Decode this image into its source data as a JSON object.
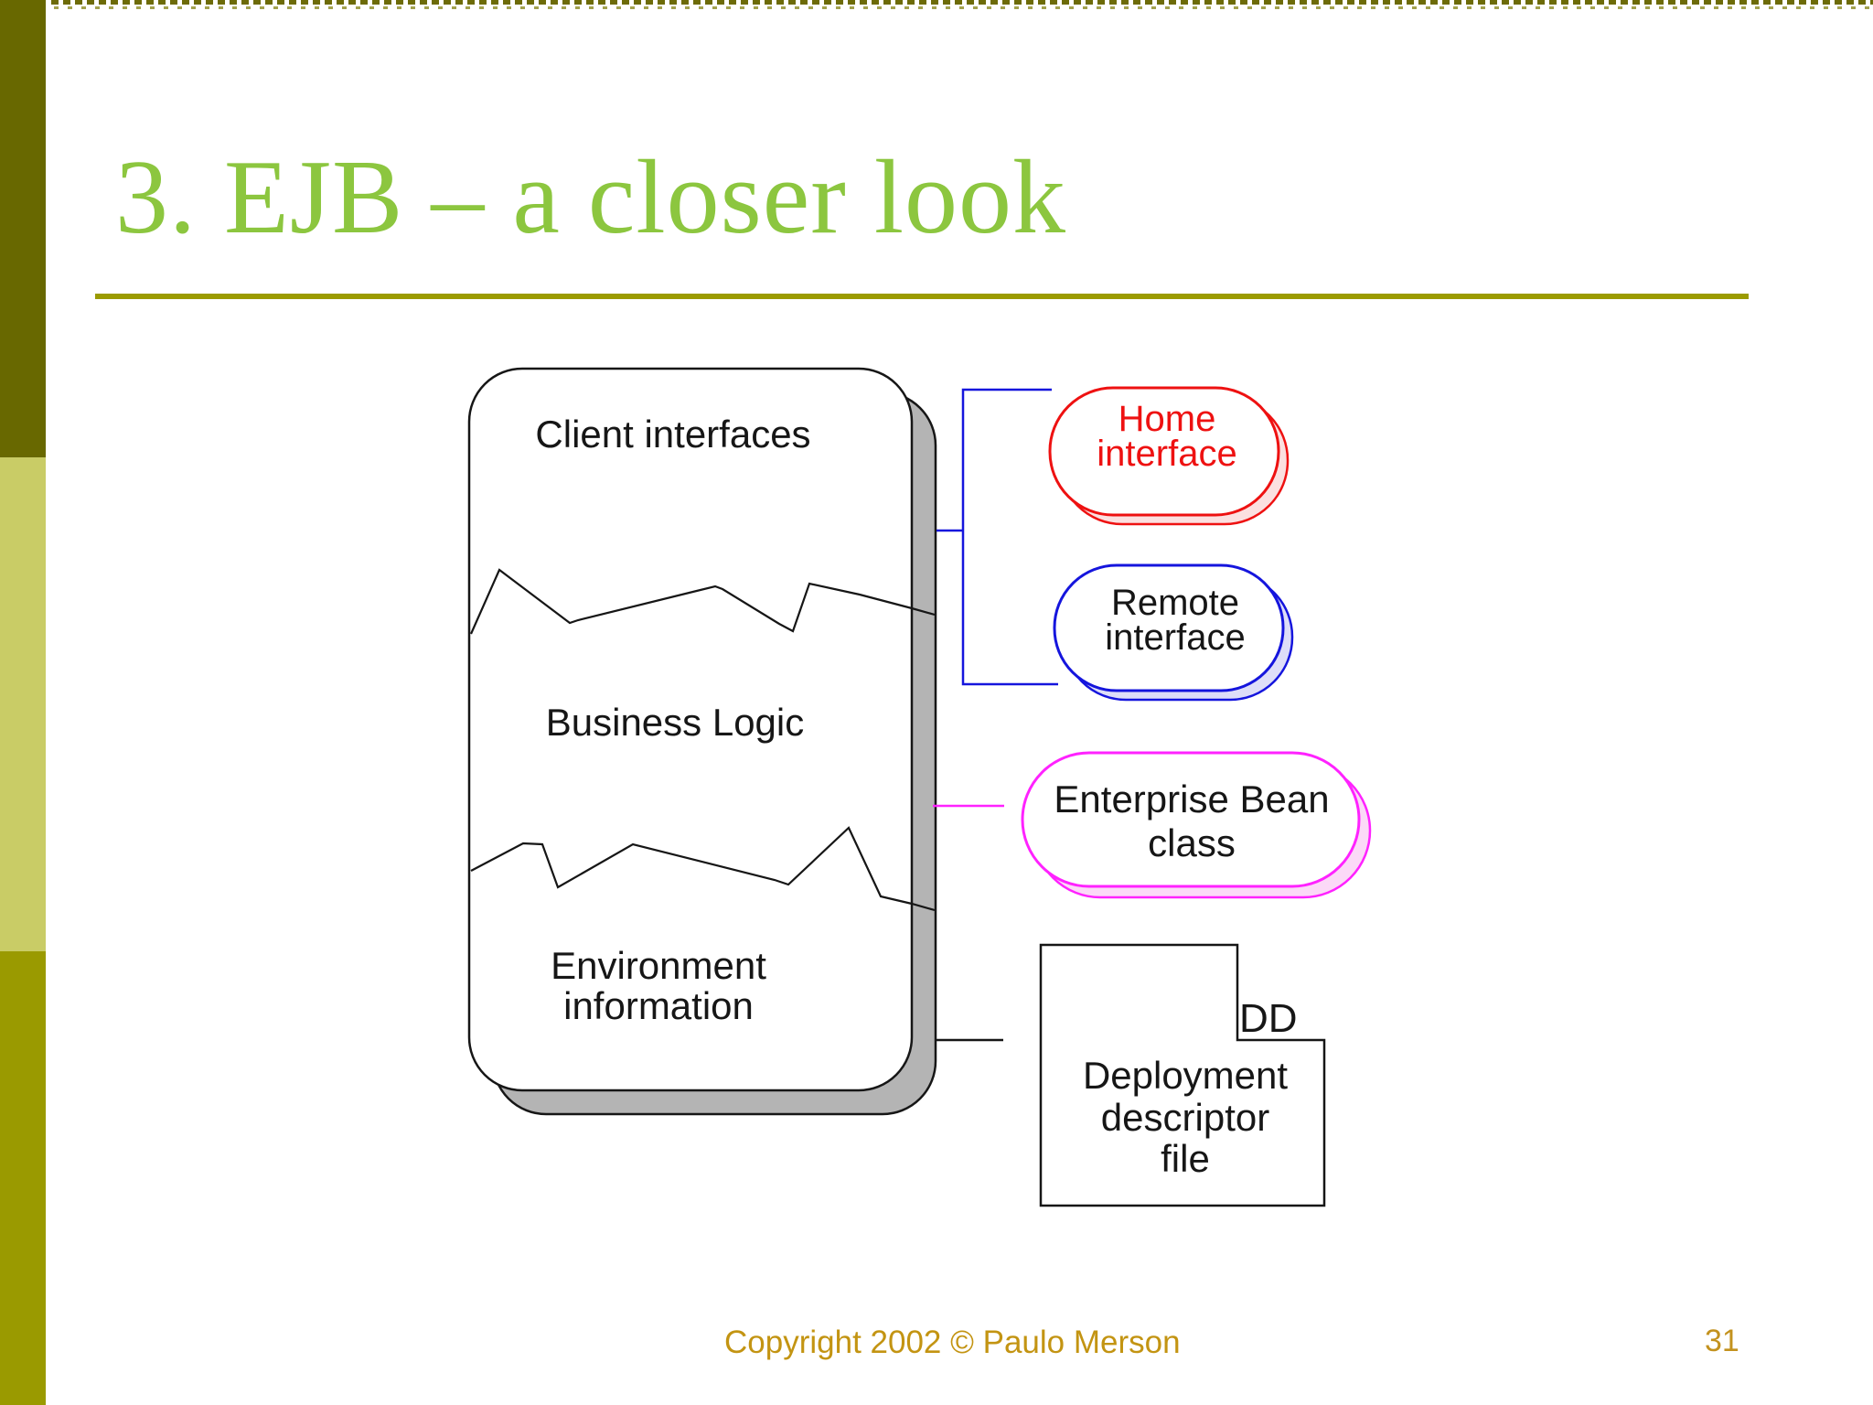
{
  "colors": {
    "title": "#8cc63f",
    "rule": "#9b9b00",
    "sidebar_top": "#686800",
    "sidebar_mid": "#c9cc66",
    "sidebar_bottom": "#9a9a00",
    "pattern_dark": "#6d6b08",
    "pattern_light": "#a3a24e",
    "footer": "#c39412",
    "page_number": "#c3921e",
    "red": "#ee1111",
    "red_shadow_fill": "#fbe0e0",
    "blue": "#1515dd",
    "blue_shadow_fill": "#dedef8",
    "magenta": "#ff22ff",
    "magenta_shadow_fill": "#fbd9f7",
    "shadow_gray": "#b4b4b4",
    "ink": "#161616"
  },
  "slide": {
    "title": "3. EJB – a closer look",
    "footer": "Copyright 2002 © Paulo Merson",
    "page_number": "31"
  },
  "diagram": {
    "bean": {
      "client": "Client interfaces",
      "business": "Business Logic",
      "environment": [
        "Environment",
        "information"
      ]
    },
    "home": [
      "Home",
      "interface"
    ],
    "remote": [
      "Remote",
      "interface"
    ],
    "bean_class": [
      "Enterprise Bean",
      "class"
    ],
    "dd_tag": "DD",
    "dd_file": [
      "Deployment",
      "descriptor",
      "file"
    ]
  }
}
